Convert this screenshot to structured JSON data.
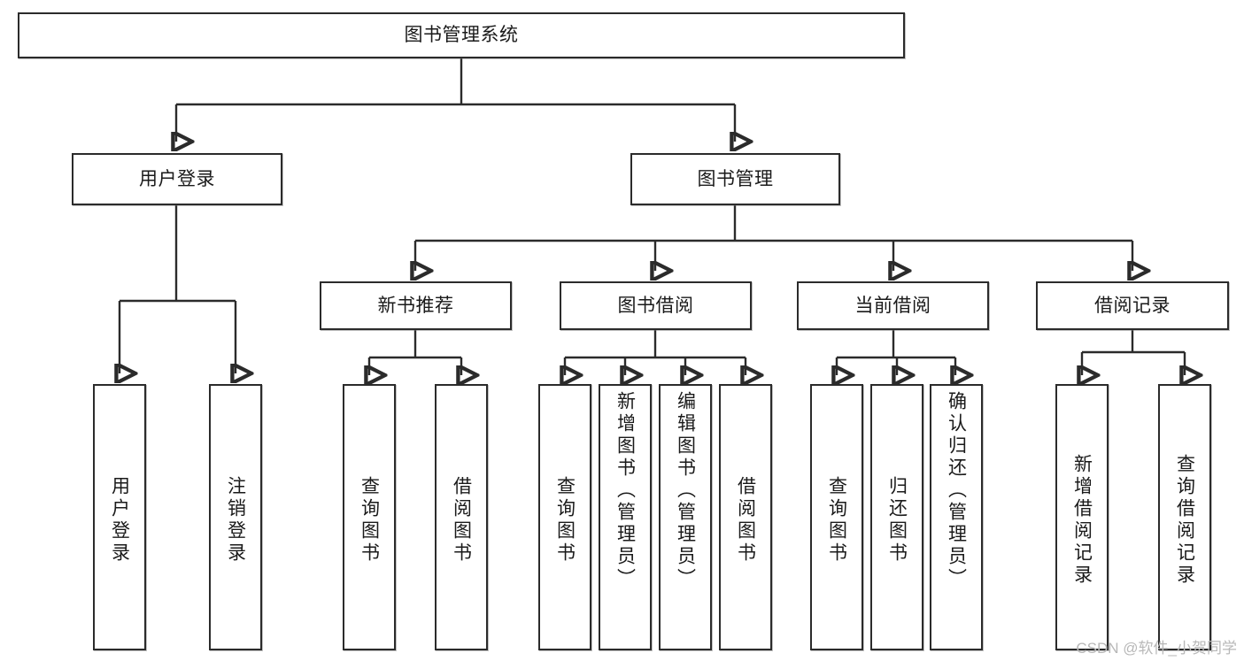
{
  "diagram": {
    "type": "hierarchy-tree",
    "title": "图书管理系统",
    "watermark": "CSDN @软件_小贺同学",
    "colors": {
      "stroke": "#2b2b2b",
      "fill": "#ffffff",
      "text": "#1a1a1a",
      "watermark": "#b8b8b8"
    },
    "nodes": {
      "root": {
        "label": "图书管理系统",
        "orientation": "horizontal"
      },
      "level2": [
        {
          "id": "user-login",
          "label": "用户登录",
          "orientation": "horizontal"
        },
        {
          "id": "book-manage",
          "label": "图书管理",
          "orientation": "horizontal"
        }
      ],
      "level3": [
        {
          "id": "new-book-recommend",
          "label": "新书推荐",
          "orientation": "horizontal"
        },
        {
          "id": "book-borrow",
          "label": "图书借阅",
          "orientation": "horizontal"
        },
        {
          "id": "current-borrow",
          "label": "当前借阅",
          "orientation": "horizontal"
        },
        {
          "id": "borrow-record",
          "label": "借阅记录",
          "orientation": "horizontal"
        }
      ],
      "leaves": {
        "user-login": [
          {
            "id": "leaf-user-login",
            "label": "用户登录",
            "orientation": "vertical"
          },
          {
            "id": "leaf-logout",
            "label": "注销登录",
            "orientation": "vertical"
          }
        ],
        "new-book-recommend": [
          {
            "id": "leaf-query-book-1",
            "label": "查询图书",
            "orientation": "vertical"
          },
          {
            "id": "leaf-borrow-book-1",
            "label": "借阅图书",
            "orientation": "vertical"
          }
        ],
        "book-borrow": [
          {
            "id": "leaf-query-book-2",
            "label": "查询图书",
            "orientation": "vertical"
          },
          {
            "id": "leaf-add-book",
            "label": "新增图书（管理员）",
            "orientation": "vertical"
          },
          {
            "id": "leaf-edit-book",
            "label": "编辑图书（管理员）",
            "orientation": "vertical"
          },
          {
            "id": "leaf-borrow-book-2",
            "label": "借阅图书",
            "orientation": "vertical"
          }
        ],
        "current-borrow": [
          {
            "id": "leaf-query-book-3",
            "label": "查询图书",
            "orientation": "vertical"
          },
          {
            "id": "leaf-return-book",
            "label": "归还图书",
            "orientation": "vertical"
          },
          {
            "id": "leaf-confirm-return",
            "label": "确认归还（管理员）",
            "orientation": "vertical"
          }
        ],
        "borrow-record": [
          {
            "id": "leaf-add-record",
            "label": "新增借阅记录",
            "orientation": "vertical"
          },
          {
            "id": "leaf-query-record",
            "label": "查询借阅记录",
            "orientation": "vertical"
          }
        ]
      }
    }
  }
}
